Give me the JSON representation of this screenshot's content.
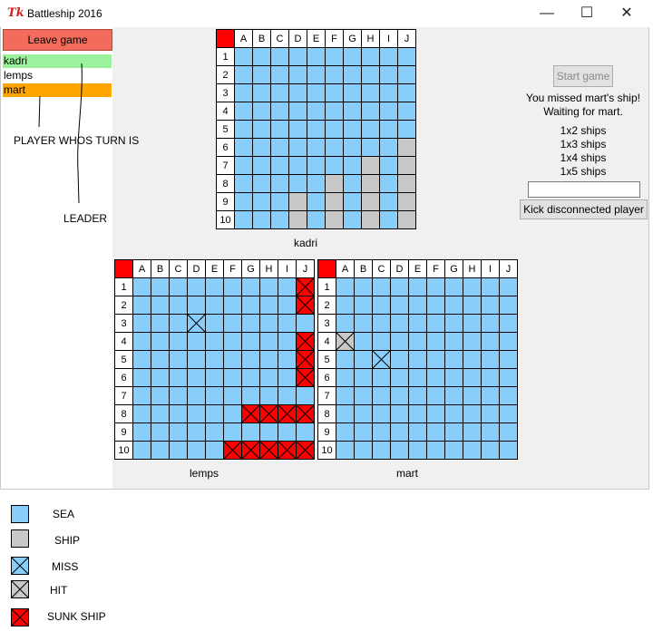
{
  "window": {
    "title": "Battleship 2016",
    "icon": "Tk",
    "minimize": "—",
    "maximize": "☐",
    "close": "✕"
  },
  "left": {
    "leave_label": "Leave game",
    "players": [
      {
        "name": "kadri",
        "color": "#9cf29c"
      },
      {
        "name": "lemps",
        "color": "#ffffff"
      },
      {
        "name": "mart",
        "color": "#ffa500"
      }
    ]
  },
  "annotations": {
    "turn": "PLAYER WHOS TURN IS",
    "leader": "LEADER"
  },
  "columns": [
    "A",
    "B",
    "C",
    "D",
    "E",
    "F",
    "G",
    "H",
    "I",
    "J"
  ],
  "rows": [
    "1",
    "2",
    "3",
    "4",
    "5",
    "6",
    "7",
    "8",
    "9",
    "10"
  ],
  "boards": [
    {
      "name": "kadri",
      "cells": {
        "J6": "ship",
        "J7": "ship",
        "H7": "ship",
        "J8": "ship",
        "H8": "ship",
        "F8": "ship",
        "J9": "ship",
        "H9": "ship",
        "F9": "ship",
        "D9": "ship",
        "J10": "ship",
        "H10": "ship",
        "F10": "ship",
        "D10": "ship"
      }
    },
    {
      "name": "lemps",
      "cells": {
        "J1": "sunk",
        "J2": "sunk",
        "D3": "miss",
        "J4": "sunk",
        "J5": "sunk",
        "J6": "sunk",
        "G8": "sunk",
        "H8": "sunk",
        "I8": "sunk",
        "J8": "sunk",
        "F10": "sunk",
        "G10": "sunk",
        "H10": "sunk",
        "I10": "sunk",
        "J10": "sunk"
      }
    },
    {
      "name": "mart",
      "cells": {
        "A4": "hit",
        "C5": "miss"
      }
    }
  ],
  "right": {
    "start_label": "Start game",
    "status_line1": "You missed mart's ship!",
    "status_line2": "Waiting for mart.",
    "ships": [
      "1x2 ships",
      "1x3 ships",
      "1x4 ships",
      "1x5 ships"
    ],
    "kick_input_value": "",
    "kick_label": "Kick disconnected player"
  },
  "legend": [
    {
      "type": "sea",
      "label": "SEA"
    },
    {
      "type": "ship",
      "label": "SHIP"
    },
    {
      "type": "miss",
      "label": "MISS"
    },
    {
      "type": "hit",
      "label": "HIT"
    },
    {
      "type": "sunk",
      "label": "SUNK SHIP"
    }
  ],
  "colors": {
    "sea": "#87cefa",
    "ship": "#c8c8c8",
    "sunk": "#ff0000",
    "corner": "#ff0000",
    "leave": "#f26b5b"
  }
}
